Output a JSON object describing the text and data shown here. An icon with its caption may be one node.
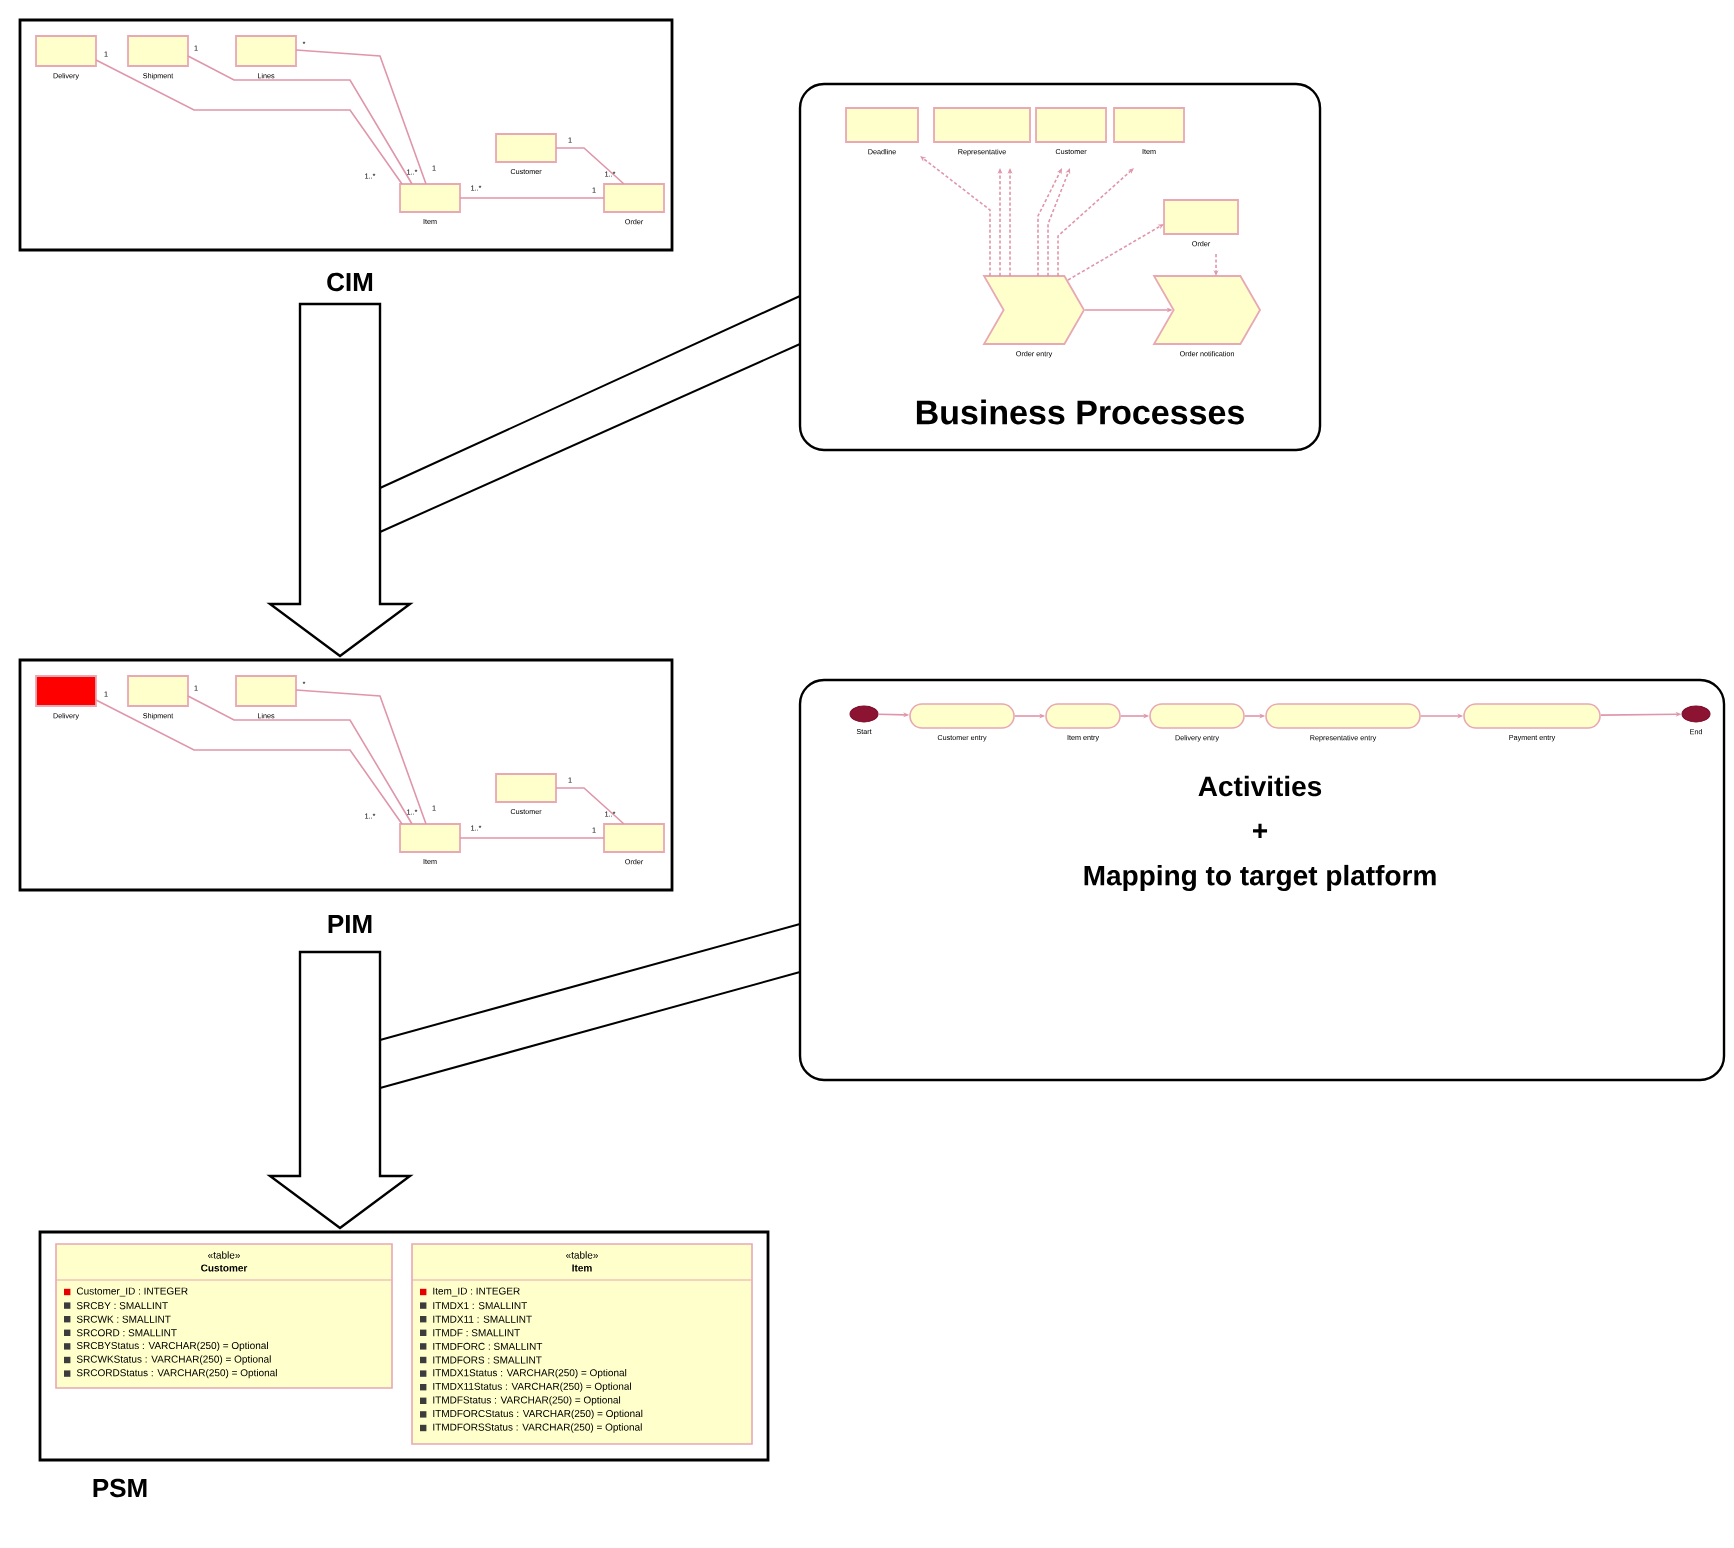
{
  "diagram": {
    "nodes": [
      {
        "text": [
          "CIM"
        ]
      },
      {
        "text": [
          "Delivery"
        ],
        "in": 0
      },
      {
        "text": [
          "Shipment"
        ],
        "in": 0
      },
      {
        "text": [
          "Lines"
        ],
        "in": 0
      },
      {
        "text": [
          "Customer"
        ],
        "in": 0
      },
      {
        "text": [
          "Item"
        ],
        "in": 0
      },
      {
        "text": [
          "Order"
        ],
        "in": 0
      },
      {
        "text": [
          "Business Processes"
        ]
      },
      {
        "text": [
          "Deadline"
        ],
        "in": 7
      },
      {
        "text": [
          "Representative"
        ],
        "in": 7
      },
      {
        "text": [
          "Customer"
        ],
        "in": 7
      },
      {
        "text": [
          "Item"
        ],
        "in": 7
      },
      {
        "text": [
          "Order"
        ],
        "in": 7
      },
      {
        "text": [
          "Order entry"
        ],
        "in": 7
      },
      {
        "text": [
          "Order notification"
        ],
        "in": 7
      },
      {
        "text": [
          "PIM"
        ]
      },
      {
        "text": [
          "Delivery"
        ],
        "in": 15
      },
      {
        "text": [
          "Shipment"
        ],
        "in": 15
      },
      {
        "text": [
          "Lines"
        ],
        "in": 15
      },
      {
        "text": [
          "Customer"
        ],
        "in": 15
      },
      {
        "text": [
          "Item"
        ],
        "in": 15
      },
      {
        "text": [
          "Order"
        ],
        "in": 15
      },
      {
        "text": [
          "Activities",
          "+",
          "Mapping to target platform"
        ]
      },
      {
        "text": [
          "Start"
        ],
        "in": 22
      },
      {
        "text": [
          "Customer entry"
        ],
        "in": 22
      },
      {
        "text": [
          "Item entry"
        ],
        "in": 22
      },
      {
        "text": [
          "Delivery entry"
        ],
        "in": 22
      },
      {
        "text": [
          "Representative entry"
        ],
        "in": 22
      },
      {
        "text": [
          "Payment entry"
        ],
        "in": 22
      },
      {
        "text": [
          "End"
        ],
        "in": 22
      },
      {
        "text": [
          "PSM"
        ]
      },
      {
        "text": [
          "«table»",
          "Customer",
          "Customer_ID : INTEGER",
          "SRCBY : SMALLINT",
          "SRCWK : SMALLINT",
          "SRCORD : SMALLINT",
          "SRCBYStatus : VARCHAR(250) = Optional",
          "SRCWKStatus : VARCHAR(250) = Optional",
          "SRCORDStatus : VARCHAR(250) = Optional"
        ],
        "in": 30
      },
      {
        "text": [
          "«table»",
          "Item",
          "Item_ID : INTEGER",
          "ITMDX1 : SMALLINT",
          "ITMDX11 : SMALLINT",
          "ITMDF : SMALLINT",
          "ITMDFORC : SMALLINT",
          "ITMDFORS : SMALLINT",
          "ITMDX1Status : VARCHAR(250) = Optional",
          "ITMDX11Status : VARCHAR(250) = Optional",
          "ITMDFStatus : VARCHAR(250) = Optional",
          "ITMDFORCStatus : VARCHAR(250) = Optional",
          "ITMDFORSStatus : VARCHAR(250) = Optional"
        ],
        "in": 30
      }
    ],
    "edges": [
      {
        "from": 1,
        "to": 5,
        "arrow": "none"
      },
      {
        "from": 2,
        "to": 5,
        "arrow": "none"
      },
      {
        "from": 3,
        "to": 5,
        "arrow": "none"
      },
      {
        "from": 5,
        "to": 6,
        "arrow": "none"
      },
      {
        "from": 4,
        "to": 6,
        "arrow": "none"
      },
      {
        "from": 13,
        "to": 8,
        "arrow": "to",
        "style": "dashed"
      },
      {
        "from": 13,
        "to": 9,
        "arrow": "to",
        "style": "dashed"
      },
      {
        "from": 13,
        "to": 9,
        "arrow": "to",
        "style": "dashed"
      },
      {
        "from": 13,
        "to": 10,
        "arrow": "to",
        "style": "dashed"
      },
      {
        "from": 13,
        "to": 10,
        "arrow": "to",
        "style": "dashed"
      },
      {
        "from": 13,
        "to": 11,
        "arrow": "to",
        "style": "dashed"
      },
      {
        "from": 13,
        "to": 12,
        "arrow": "to",
        "style": "dashed"
      },
      {
        "from": 12,
        "to": 14,
        "arrow": "to",
        "style": "dashed"
      },
      {
        "from": 13,
        "to": 14,
        "arrow": "to"
      },
      {
        "from": 16,
        "to": 20,
        "arrow": "none"
      },
      {
        "from": 17,
        "to": 20,
        "arrow": "none"
      },
      {
        "from": 18,
        "to": 20,
        "arrow": "none"
      },
      {
        "from": 20,
        "to": 21,
        "arrow": "none"
      },
      {
        "from": 19,
        "to": 21,
        "arrow": "none"
      },
      {
        "from": 23,
        "to": 24,
        "arrow": "to"
      },
      {
        "from": 24,
        "to": 25,
        "arrow": "to"
      },
      {
        "from": 25,
        "to": 26,
        "arrow": "to"
      },
      {
        "from": 26,
        "to": 27,
        "arrow": "to"
      },
      {
        "from": 27,
        "to": 28,
        "arrow": "to"
      },
      {
        "from": 28,
        "to": 29,
        "arrow": "to"
      },
      {
        "from": 0,
        "to": 15,
        "arrow": "to",
        "style": "thick",
        "color": "#000000"
      },
      {
        "from": 15,
        "to": 30,
        "arrow": "to",
        "style": "thick",
        "color": "#000000"
      }
    ],
    "labels": [
      "1",
      "1..*",
      "1",
      "1..*",
      "*",
      "1",
      "1..*",
      "1",
      "1",
      "1..*",
      "1",
      "1..*",
      "1",
      "1..*",
      "*",
      "1",
      "1..*",
      "1",
      "1",
      "1..*"
    ]
  }
}
